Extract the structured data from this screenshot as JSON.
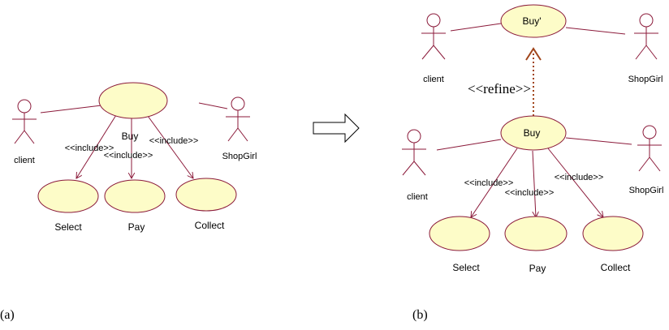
{
  "colors": {
    "stroke": "#8b1a3a",
    "oval_fill": "#fdfcc8",
    "refine": "#a0441a",
    "arrow": "#000000"
  },
  "panel_a": {
    "caption": "(a)",
    "actors": {
      "left": "client",
      "right": "ShopGirl"
    },
    "use_cases": {
      "main": "Buy",
      "select": "Select",
      "pay": "Pay",
      "collect": "Collect"
    },
    "relations": {
      "select": "<<include>>",
      "pay": "<<include>>",
      "collect": "<<include>>"
    }
  },
  "panel_b": {
    "caption": "(b)",
    "top": {
      "actors": {
        "left": "client",
        "right": "ShopGirl"
      },
      "use_case": "Buy'"
    },
    "refine_label": "<<refine>>",
    "bottom": {
      "actors": {
        "left": "client",
        "right": "ShopGirl"
      },
      "use_cases": {
        "main": "Buy",
        "select": "Select",
        "pay": "Pay",
        "collect": "Collect"
      },
      "relations": {
        "select": "<<include>>",
        "pay": "<<include>>",
        "collect": "<<include>>"
      }
    }
  },
  "transform_arrow": "right-arrow-icon"
}
